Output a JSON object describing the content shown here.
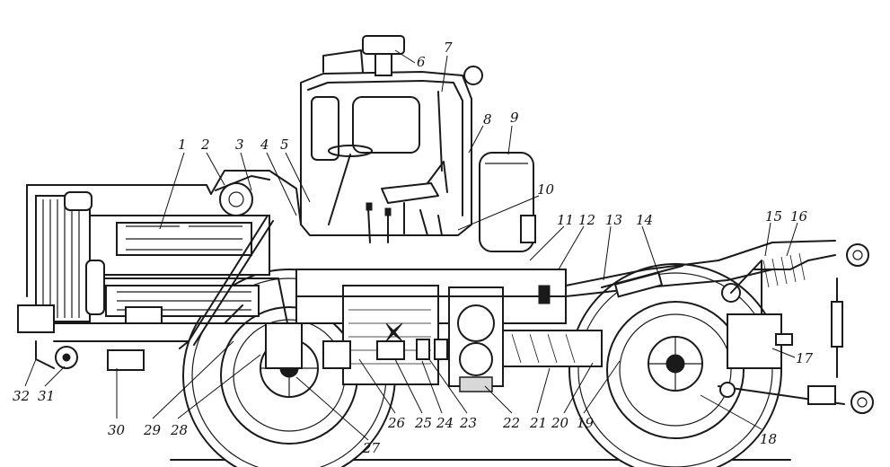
{
  "colors": {
    "ink": "#1a1a1a",
    "paper": "#ffffff"
  },
  "callouts": [
    {
      "id": "1",
      "text": "1"
    },
    {
      "id": "2",
      "text": "2"
    },
    {
      "id": "3",
      "text": "3"
    },
    {
      "id": "4",
      "text": "4"
    },
    {
      "id": "5",
      "text": "5"
    },
    {
      "id": "6",
      "text": "6"
    },
    {
      "id": "7",
      "text": "7"
    },
    {
      "id": "8",
      "text": "8"
    },
    {
      "id": "9",
      "text": "9"
    },
    {
      "id": "10",
      "text": "10"
    },
    {
      "id": "11",
      "text": "11"
    },
    {
      "id": "12",
      "text": "12"
    },
    {
      "id": "13",
      "text": "13"
    },
    {
      "id": "14",
      "text": "14"
    },
    {
      "id": "15",
      "text": "15"
    },
    {
      "id": "16",
      "text": "16"
    },
    {
      "id": "17",
      "text": "17"
    },
    {
      "id": "18",
      "text": "18"
    },
    {
      "id": "19",
      "text": "19"
    },
    {
      "id": "20",
      "text": "20"
    },
    {
      "id": "21",
      "text": "21"
    },
    {
      "id": "22",
      "text": "22"
    },
    {
      "id": "23",
      "text": "23"
    },
    {
      "id": "24",
      "text": "24"
    },
    {
      "id": "25",
      "text": "25"
    },
    {
      "id": "26",
      "text": "26"
    },
    {
      "id": "27",
      "text": "27"
    },
    {
      "id": "28",
      "text": "28"
    },
    {
      "id": "29",
      "text": "29"
    },
    {
      "id": "30",
      "text": "30"
    },
    {
      "id": "31",
      "text": "31"
    },
    {
      "id": "32",
      "text": "32"
    }
  ]
}
